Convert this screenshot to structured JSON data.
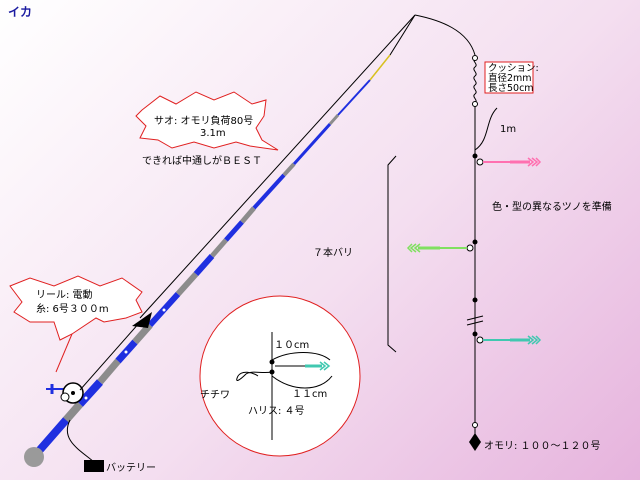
{
  "title": "イカ",
  "rod": {
    "callout_lines": [
      "サオ: オモリ負荷80号",
      "3.1m"
    ],
    "note": "できれば中通しがＢＥＳＴ"
  },
  "reel": {
    "callout_lines": [
      "リール: 電動",
      "糸: 6号３００m"
    ]
  },
  "battery_label": "バッテリー",
  "cushion": {
    "lines": [
      "クッション:",
      "直径2mm",
      "長さ50cm"
    ]
  },
  "spacing_label": "1m",
  "squid_jig_note": "色・型の異なるツノを準備",
  "count_label": "７本バリ",
  "sinker_label": "オモリ: １００～１２０号",
  "detail": {
    "chichiwa_label": "チチワ",
    "length_upper": "１０cm",
    "length_lower": "１１cm",
    "harisu_label": "ハリス: ４号"
  },
  "colors": {
    "title": "#1a1aa0",
    "rod_blue": "#1f2fe0",
    "rod_gray": "#8c8c8c",
    "rod_tip": "#d8c020",
    "callout_stroke": "#e02020",
    "cushion_box": "#e02020",
    "jig_pink": "#ff70b0",
    "jig_green": "#80e060",
    "jig_teal": "#40c8b0"
  }
}
